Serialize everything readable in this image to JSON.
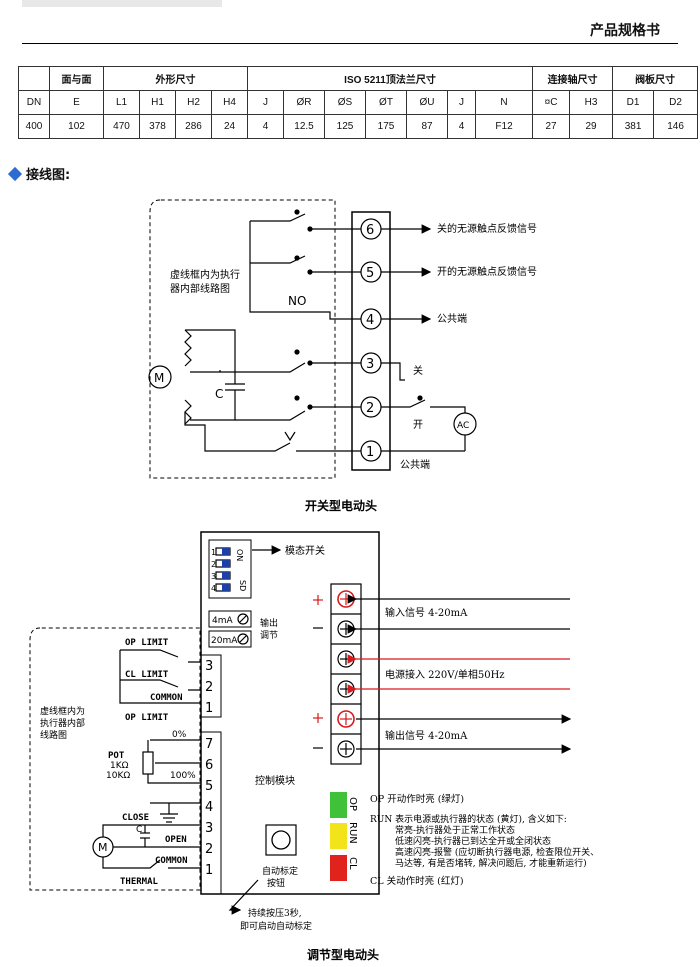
{
  "header": {
    "title": "产品规格书"
  },
  "table": {
    "group_row": [
      "",
      "面与面",
      "外形尺寸",
      "ISO 5211顶法兰尺寸",
      "连接轴尺寸",
      "阀板尺寸"
    ],
    "header_row": [
      "DN",
      "E",
      "L1",
      "H1",
      "H2",
      "H4",
      "J",
      "ØR",
      "ØS",
      "ØT",
      "ØU",
      "J",
      "N",
      "¤C",
      "H3",
      "D1",
      "D2"
    ],
    "data_row": [
      "400",
      "102",
      "470",
      "378",
      "286",
      "24",
      "4",
      "12.5",
      "125",
      "175",
      "87",
      "4",
      "F12",
      "27",
      "29",
      "381",
      "146"
    ]
  },
  "section": {
    "title": "接线图:"
  },
  "switch_diagram": {
    "caption": "开关型电动头",
    "dashed_note": [
      "虚线框内为执行",
      "器内部线路图"
    ],
    "terminals": [
      "6",
      "5",
      "4",
      "3",
      "2",
      "1"
    ],
    "labels": {
      "t6": "关的无源触点反馈信号",
      "t5": "开的无源触点反馈信号",
      "t4": "公共端",
      "close": "关",
      "open": "开",
      "common": "公共端",
      "no": "NO",
      "motor": "M",
      "capacitor": "C",
      "ac": "AC"
    }
  },
  "modulating_diagram": {
    "caption": "调节型电动头",
    "dip": {
      "label": "模态开关",
      "on": "ON",
      "nums": [
        "1",
        "2",
        "3",
        "4"
      ],
      "sd": "SD"
    },
    "adjust": {
      "label": [
        "输出",
        "调节"
      ],
      "m4": "4mA",
      "m20": "20mA"
    },
    "signals": {
      "input": "输入信号 4-20mA",
      "power": "电源接入 220V/单相50Hz",
      "output": "输出信号 4-20mA"
    },
    "control_module": "控制模块",
    "auto_button": [
      "自动标定",
      "按钮"
    ],
    "press_note": [
      "持续按压3秒,",
      "即可启动自动标定"
    ],
    "dashed_note": [
      "虚线框内为",
      "执行器内部",
      "线路图"
    ],
    "left_terminals_top": [
      "3",
      "2",
      "1"
    ],
    "left_terminals_bottom": [
      "7",
      "6",
      "5",
      "4",
      "3",
      "2",
      "1"
    ],
    "limit": {
      "op": "OP  LIMIT",
      "cl": "CL  LIMIT",
      "common": "COMMON",
      "op2": "OP  LIMIT"
    },
    "pot": {
      "pct0": "0%",
      "name": "POT",
      "r1": "1KΩ",
      "r2": "10KΩ",
      "pct100": "100%"
    },
    "motor": {
      "close": "CLOSE",
      "open": "OPEN",
      "common": "COMMON",
      "thermal": "THERMAL",
      "c": "C",
      "m": "M"
    },
    "leds": [
      "OP",
      "RUN",
      "CL"
    ],
    "led_colors": {
      "op": "#3fc23a",
      "run": "#f2e31a",
      "cl": "#e0231c"
    },
    "legend": {
      "op": "OP 开动作时亮 (绿灯)",
      "run": "RUN 表示电源或执行器的状态 (黄灯), 含义如下:",
      "run1": "常亮-执行器处于正常工作状态",
      "run2": "低速闪亮-执行器已到达全开或全闭状态",
      "run3": "高速闪亮-报警 (应切断执行器电源, 检查限位开关、",
      "run4": "马达等, 有是否堵转, 解决问题后, 才能重新运行)",
      "cl": "CL 关动作时亮 (红灯)"
    }
  }
}
